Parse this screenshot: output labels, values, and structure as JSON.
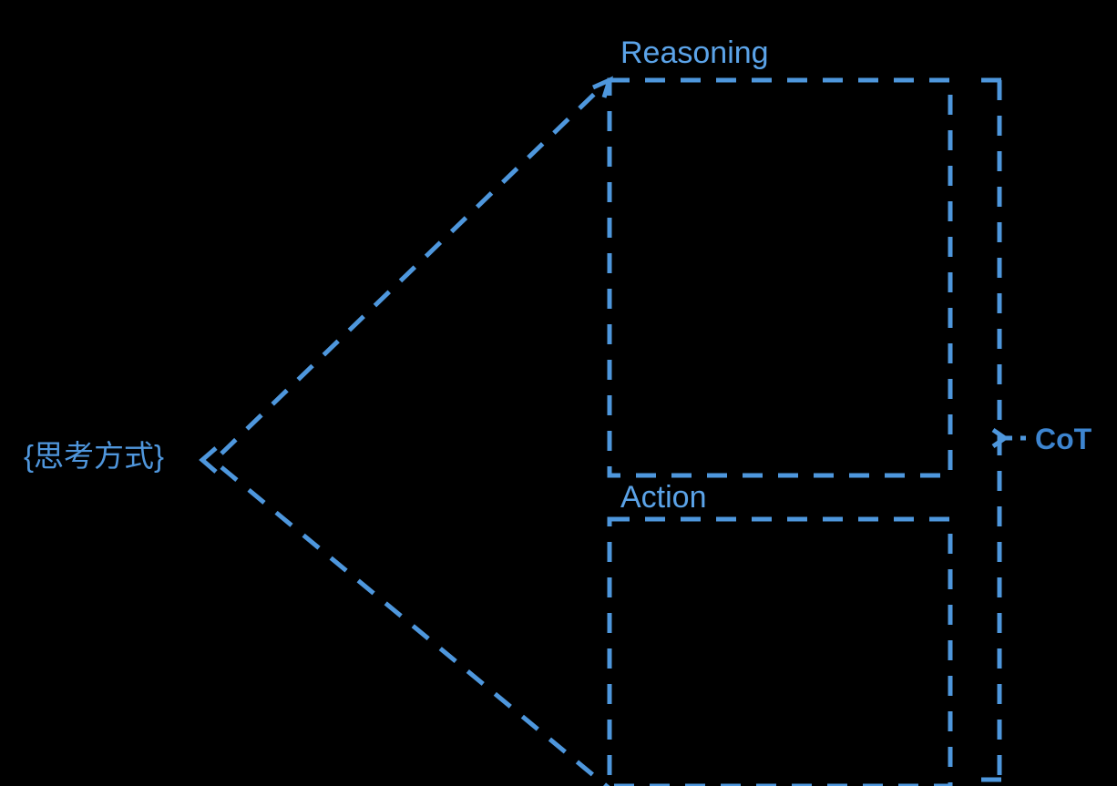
{
  "diagram": {
    "type": "prompt-template-structure-diagram",
    "background_color": "#000000",
    "line_color": "#4e97dd",
    "nodes": {
      "source": {
        "label": "{思考方式}",
        "color": "#4f96dc",
        "role": "template-placeholder"
      },
      "reasoning_box": {
        "label": "Reasoning",
        "color": "#5ba3e8",
        "role": "dashed-box"
      },
      "action_box": {
        "label": "Action",
        "color": "#5ba3e8",
        "role": "dashed-box"
      },
      "grouping": {
        "label": "CoT",
        "color": "#3d85d0",
        "role": "brace-label"
      }
    },
    "connectors": [
      {
        "name": "source-to-reasoning",
        "style": "dashed",
        "arrow": "end"
      },
      {
        "name": "source-to-action",
        "style": "dashed",
        "arrow": "end"
      },
      {
        "name": "boxes-to-cot-bracket",
        "style": "dashed",
        "arrow": "end"
      }
    ]
  }
}
